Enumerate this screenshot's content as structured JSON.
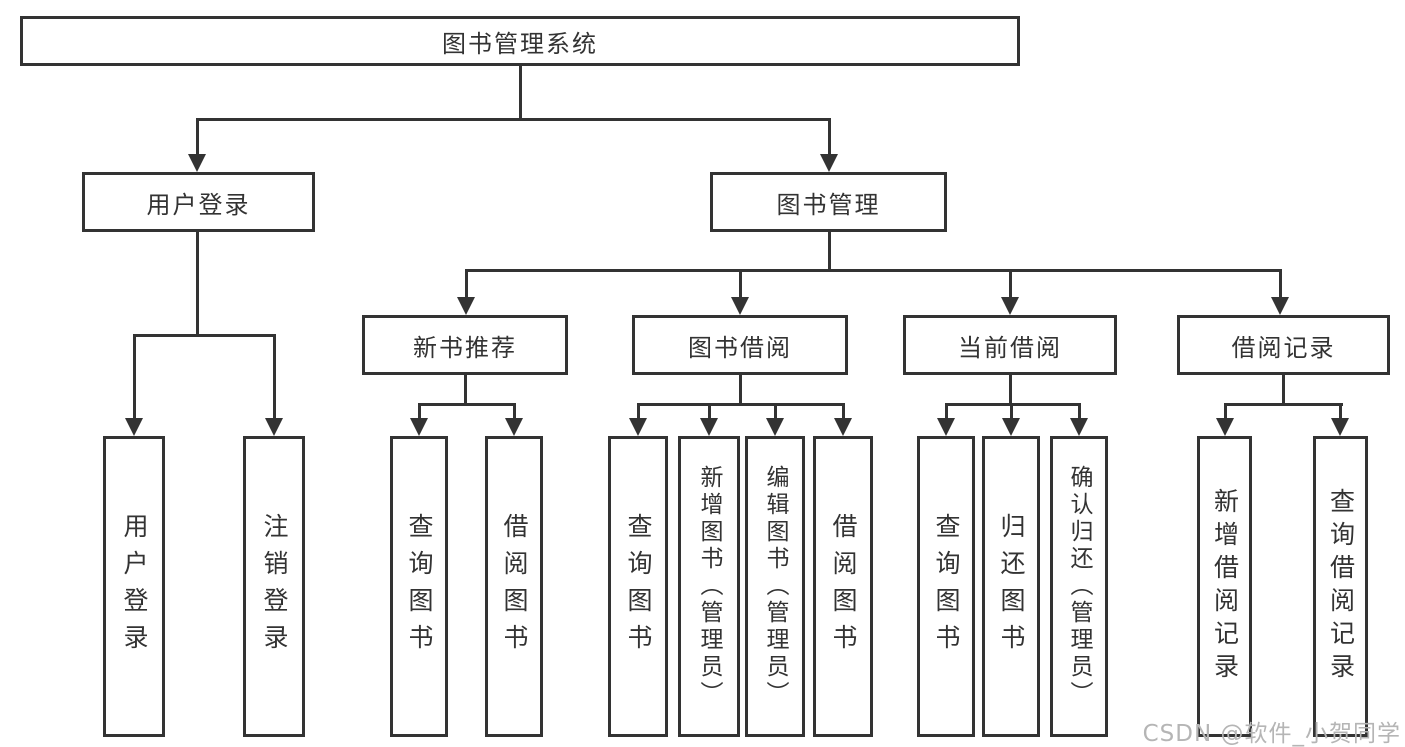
{
  "diagram": {
    "root": "图书管理系统",
    "level2": [
      "用户登录",
      "图书管理"
    ],
    "level3": [
      "新书推荐",
      "图书借阅",
      "当前借阅",
      "借阅记录"
    ],
    "leaves": {
      "user_login": [
        "用户登录",
        "注销登录"
      ],
      "new_book_recommend": [
        "查询图书",
        "借阅图书"
      ],
      "book_borrow": [
        "查询图书",
        "新增图书（管理员）",
        "编辑图书（管理员）",
        "借阅图书"
      ],
      "current_borrow": [
        "查询图书",
        "归还图书",
        "确认归还（管理员）"
      ],
      "borrow_records": [
        "新增借阅记录",
        "查询借阅记录"
      ]
    }
  },
  "watermark": {
    "text": "CSDN @软件_小贺同学"
  },
  "colors": {
    "line": "#333333",
    "text": "#333333",
    "background": "#ffffff",
    "watermark": "#b5b5b5"
  }
}
